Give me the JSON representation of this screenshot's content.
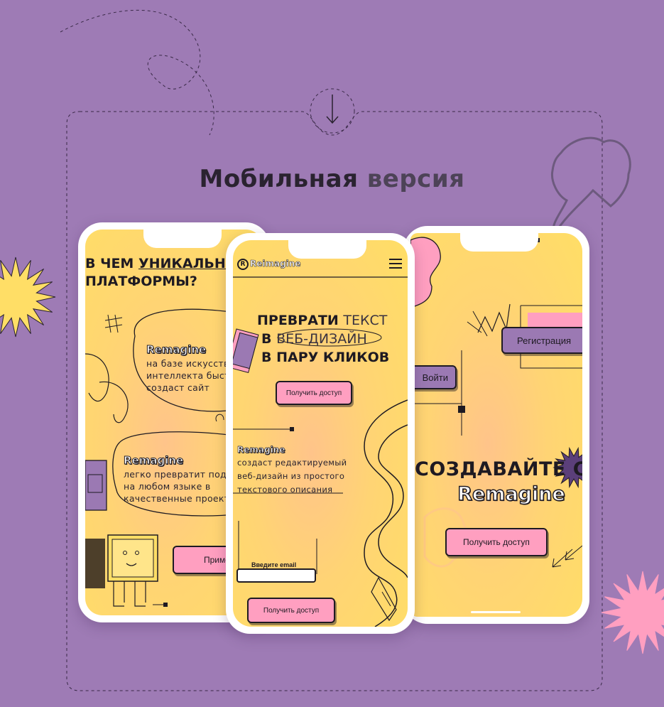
{
  "page": {
    "title_part1": "Мобильная",
    "title_part2": "версия",
    "colors": {
      "background": "#9e7bb5",
      "accent_yellow": "#ffde66",
      "accent_pink": "#ff9fc0",
      "accent_purple": "#9b79b3",
      "ink": "#1e1a22"
    }
  },
  "phone_left": {
    "heading_line1_a": "В ЧЕМ ",
    "heading_line1_b": "УНИКАЛЬНОСТЬ",
    "heading_line2": "ПЛАТФОРМЫ?",
    "bubble1_brand": "Remagine",
    "bubble1_lines": [
      "на базе искусственного",
      "интеллекта быстро",
      "создаст сайт"
    ],
    "bubble2_brand": "Remagine",
    "bubble2_lines": [
      "легко превратит подсказки",
      "на любом языке в",
      "качественные проекты"
    ],
    "cta_label": "Примерить"
  },
  "phone_center": {
    "logo_text": "Reimagine",
    "logo_mark": "R",
    "menu_icon": "hamburger-icon",
    "hero_line1_a": "ПРЕВРАТИ",
    "hero_line1_b": "ТЕКСТ",
    "hero_line2_a": "В",
    "hero_line2_b": "ВЕБ-ДИЗАЙН",
    "hero_line3": "В ПАРУ КЛИКОВ",
    "cta_label": "Получить доступ",
    "desc_brand": "Remagine",
    "desc_lines": [
      "создаст редактируемый",
      "веб-дизайн из простого",
      "текстового описания"
    ],
    "email_label": "Введите email",
    "email_value": "",
    "submit_label": "Получить доступ"
  },
  "phone_right": {
    "register_label": "Регистрация",
    "login_label": "Войти",
    "heading_line1": "СОЗДАВАЙТЕ С",
    "heading_brand": "Remagine",
    "cta_label": "Получить доступ"
  }
}
